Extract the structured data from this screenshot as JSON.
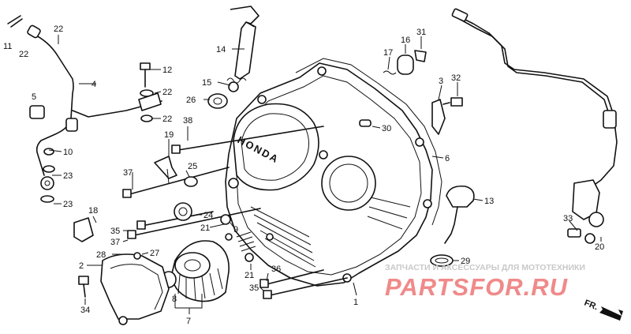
{
  "diagram": {
    "callouts": [
      {
        "id": "11",
        "label": "11"
      },
      {
        "id": "22a",
        "label": "22"
      },
      {
        "id": "22b",
        "label": "22"
      },
      {
        "id": "4",
        "label": "4"
      },
      {
        "id": "5",
        "label": "5"
      },
      {
        "id": "10",
        "label": "10"
      },
      {
        "id": "23a",
        "label": "23"
      },
      {
        "id": "23b",
        "label": "23"
      },
      {
        "id": "12",
        "label": "12"
      },
      {
        "id": "22c",
        "label": "22"
      },
      {
        "id": "22d",
        "label": "22"
      },
      {
        "id": "14",
        "label": "14"
      },
      {
        "id": "15",
        "label": "15"
      },
      {
        "id": "26",
        "label": "26"
      },
      {
        "id": "38",
        "label": "38"
      },
      {
        "id": "19",
        "label": "19"
      },
      {
        "id": "25",
        "label": "25"
      },
      {
        "id": "37a",
        "label": "37"
      },
      {
        "id": "18",
        "label": "18"
      },
      {
        "id": "24",
        "label": "24"
      },
      {
        "id": "9",
        "label": "9"
      },
      {
        "id": "21a",
        "label": "21"
      },
      {
        "id": "35a",
        "label": "35"
      },
      {
        "id": "37b",
        "label": "37"
      },
      {
        "id": "21b",
        "label": "21"
      },
      {
        "id": "28",
        "label": "28"
      },
      {
        "id": "27",
        "label": "27"
      },
      {
        "id": "2",
        "label": "2"
      },
      {
        "id": "36",
        "label": "36"
      },
      {
        "id": "35b",
        "label": "35"
      },
      {
        "id": "8",
        "label": "8"
      },
      {
        "id": "34",
        "label": "34"
      },
      {
        "id": "7",
        "label": "7"
      },
      {
        "id": "1",
        "label": "1"
      },
      {
        "id": "17",
        "label": "17"
      },
      {
        "id": "16",
        "label": "16"
      },
      {
        "id": "31",
        "label": "31"
      },
      {
        "id": "30",
        "label": "30"
      },
      {
        "id": "3",
        "label": "3"
      },
      {
        "id": "32",
        "label": "32"
      },
      {
        "id": "6",
        "label": "6"
      },
      {
        "id": "13",
        "label": "13"
      },
      {
        "id": "29",
        "label": "29"
      },
      {
        "id": "33",
        "label": "33"
      },
      {
        "id": "20",
        "label": "20"
      }
    ],
    "emblem": "HONDA",
    "direction_label": "FR."
  },
  "watermark": {
    "tagline": "ЗАПЧАСТИ И АКСЕССУАРЫ ДЛЯ МОТОТЕХНИКИ",
    "logo": "PARTSFOR.RU",
    "color": "#f08a8a"
  }
}
